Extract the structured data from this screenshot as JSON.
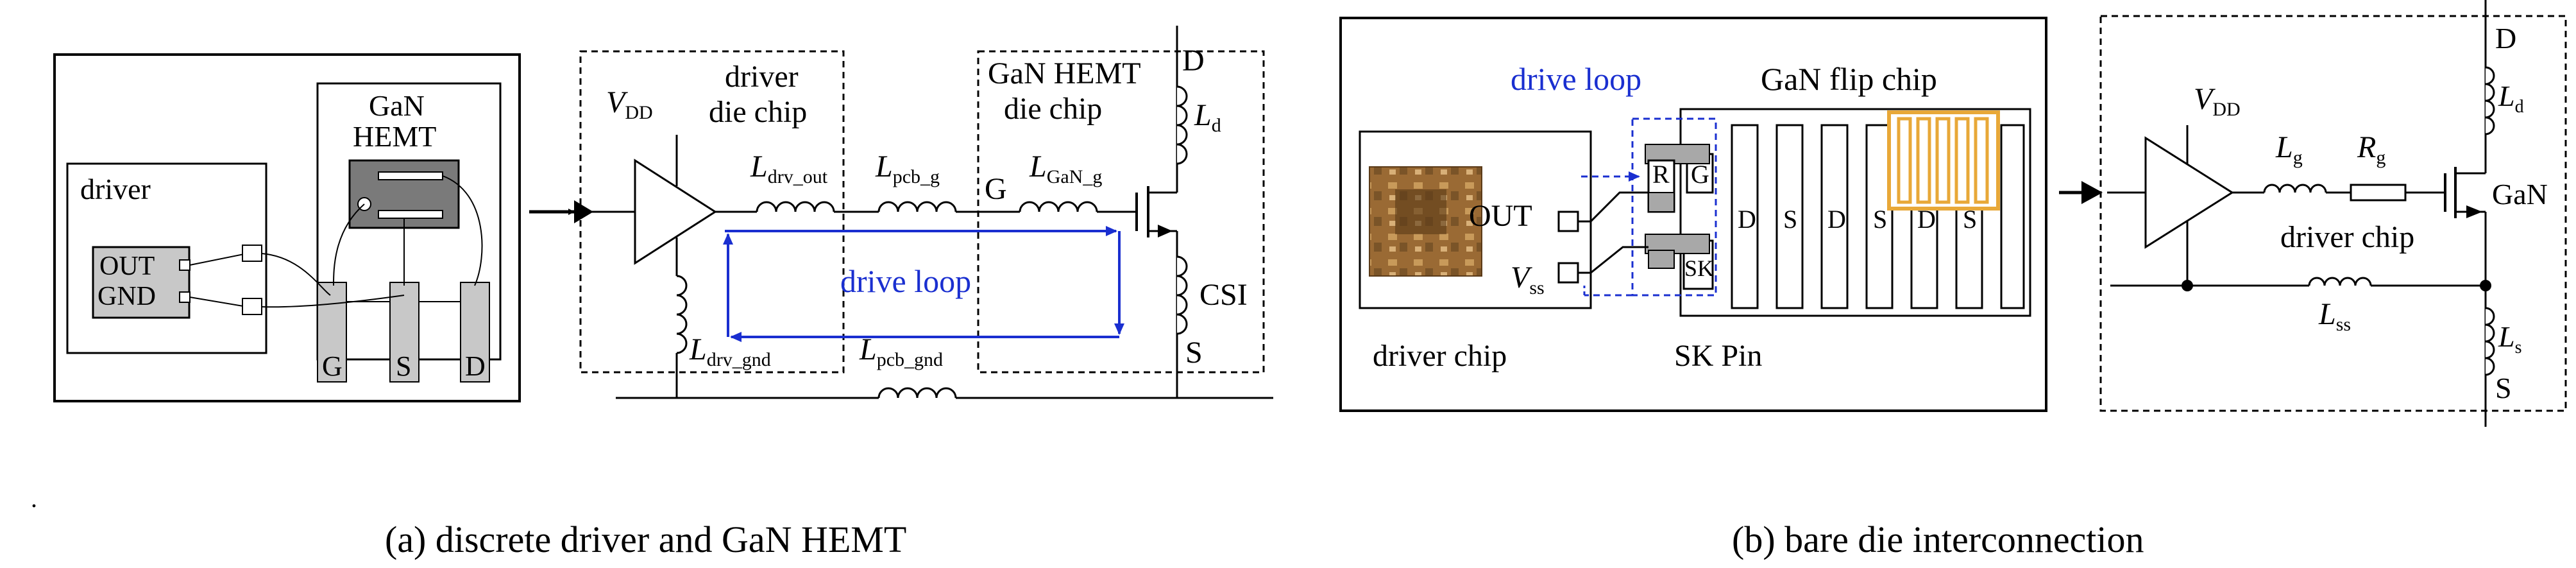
{
  "panel_a": {
    "driver_label": "driver",
    "out_pin": "OUT",
    "gnd_pin": "GND",
    "gan_hemt_line1": "GaN",
    "gan_hemt_line2": "HEMT",
    "pin_g": "G",
    "pin_s": "S",
    "pin_d": "D",
    "vdd": "V",
    "vdd_sub": "DD",
    "driver_die_line1": "driver",
    "driver_die_line2": "die chip",
    "gan_die_line1": "GaN HEMT",
    "gan_die_line2": "die chip",
    "l_drv_out": "L",
    "l_drv_out_sub": "drv_out",
    "l_pcb_g": "L",
    "l_pcb_g_sub": "pcb_g",
    "gate_g": "G",
    "l_gan_g": "L",
    "l_gan_g_sub": "GaN_g",
    "drain_d": "D",
    "l_d": "L",
    "l_d_sub": "d",
    "csi": "CSI",
    "source_s": "S",
    "l_drv_gnd": "L",
    "l_drv_gnd_sub": "drv_gnd",
    "l_pcb_gnd": "L",
    "l_pcb_gnd_sub": "pcb_gnd",
    "drive_loop": "drive loop",
    "caption": "(a) discrete driver and GaN HEMT"
  },
  "panel_b": {
    "drive_loop": "drive loop",
    "gan_flip_chip": "GaN flip chip",
    "out_pin": "OUT",
    "vss": "V",
    "vss_sub": "ss",
    "pad_r": "R",
    "pad_g": "G",
    "pad_sk": "SK",
    "fingers": [
      "D",
      "S",
      "D",
      "S",
      "D",
      "S"
    ],
    "driver_chip": "driver chip",
    "sk_pin": "SK Pin",
    "vdd": "V",
    "vdd_sub": "DD",
    "l_g": "L",
    "l_g_sub": "g",
    "r_g": "R",
    "r_g_sub": "g",
    "drain_d": "D",
    "l_d": "L",
    "l_d_sub": "d",
    "gan": "GaN",
    "driver_chip_label": "driver chip",
    "l_ss": "L",
    "l_ss_sub": "ss",
    "l_s": "L",
    "l_s_sub": "s",
    "source_s": "S",
    "caption": "(b) bare die interconnection"
  },
  "dot_mark": ".",
  "colors": {
    "loop_blue": "#1a2fd0",
    "chip_gray": "#c8c8c8",
    "hemt_dark": "#7a7a7a",
    "pad_gray": "#a8a8a8",
    "die_gold": "#e8a838",
    "die_body": "#b8864a"
  }
}
